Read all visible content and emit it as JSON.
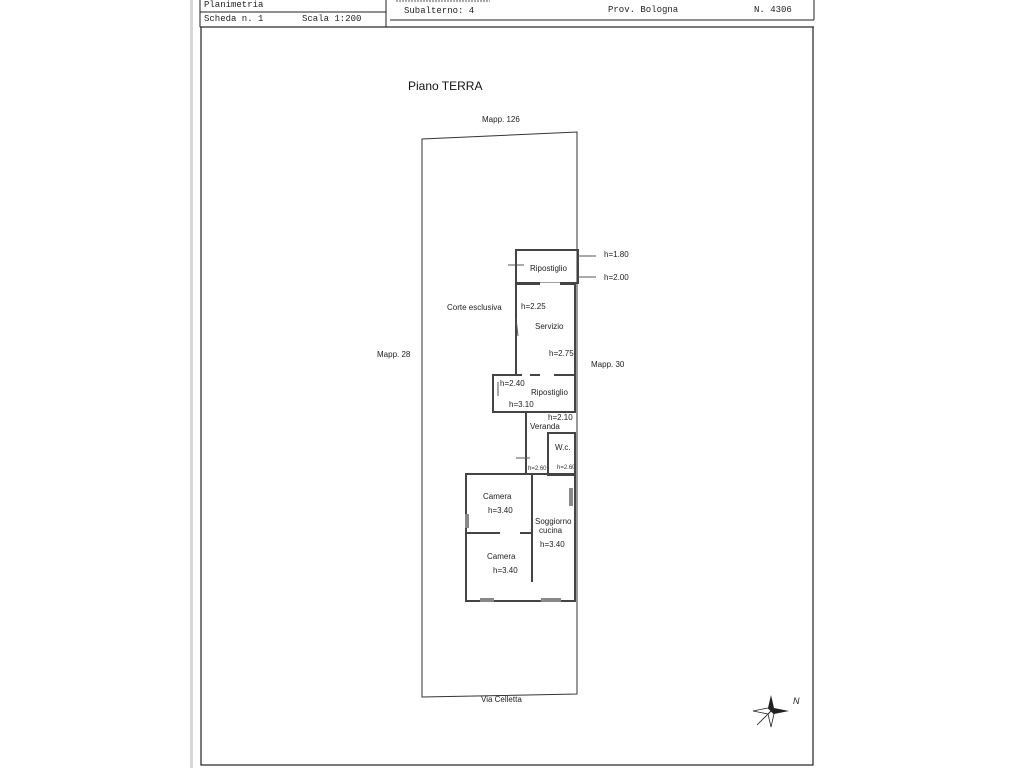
{
  "header": {
    "planimetria": "Planimetria",
    "scheda": "Scheda n. 1",
    "scala": "Scala 1:200",
    "subalterno": "Subalterno: 4",
    "provincia": "Prov. Bologna",
    "numero": "N. 4306"
  },
  "plan": {
    "floor_title": "Piano TERRA",
    "neighbors": {
      "north": "Mapp. 126",
      "west": "Mapp. 28",
      "east": "Mapp. 30",
      "street": "Via Celletta"
    },
    "courtyard": "Corte esclusiva",
    "rooms": {
      "ripostiglio_top": "Ripostiglio",
      "servizio": "Servizio",
      "ripostiglio_mid": "Ripostiglio",
      "veranda": "Veranda",
      "wc": "W.c.",
      "camera_1": "Camera",
      "camera_2": "Camera",
      "soggiorno": "Soggiorno",
      "cucina": "cucina"
    },
    "heights": {
      "rip_top_a": "h=1.80",
      "rip_top_b": "h=2.00",
      "servizio_a": "h=2.25",
      "servizio_b": "h=2.75",
      "rip_mid_a": "h=2.40",
      "rip_mid_b": "h=3.10",
      "veranda": "h=2.10",
      "veranda_small": "h=2.60",
      "wc_small": "h=2.60",
      "camera_1": "h=3.40",
      "camera_2": "h=3.40",
      "soggiorno": "h=3.40"
    },
    "north_label": "N"
  },
  "colors": {
    "line": "#333333",
    "frame": "#222222",
    "wall": "#444444"
  }
}
